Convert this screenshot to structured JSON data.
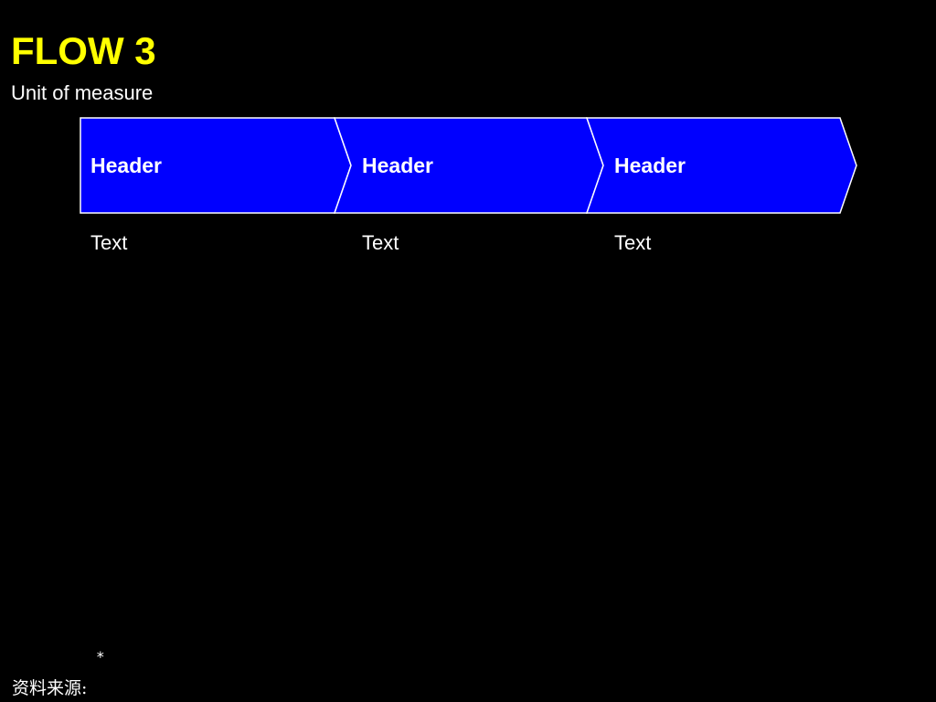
{
  "colors": {
    "background": "#000000",
    "title": "#FFFF00",
    "chevron_fill": "#0000FF",
    "chevron_stroke": "#FFFFFF",
    "text": "#FFFFFF"
  },
  "slide": {
    "title": "FLOW 3",
    "subtitle": "Unit of measure"
  },
  "flow": {
    "steps": [
      {
        "header": "Header",
        "text": "Text"
      },
      {
        "header": "Header",
        "text": "Text"
      },
      {
        "header": "Header",
        "text": "Text"
      }
    ]
  },
  "footnote": {
    "marker": "*",
    "source_label": "资料来源:"
  }
}
